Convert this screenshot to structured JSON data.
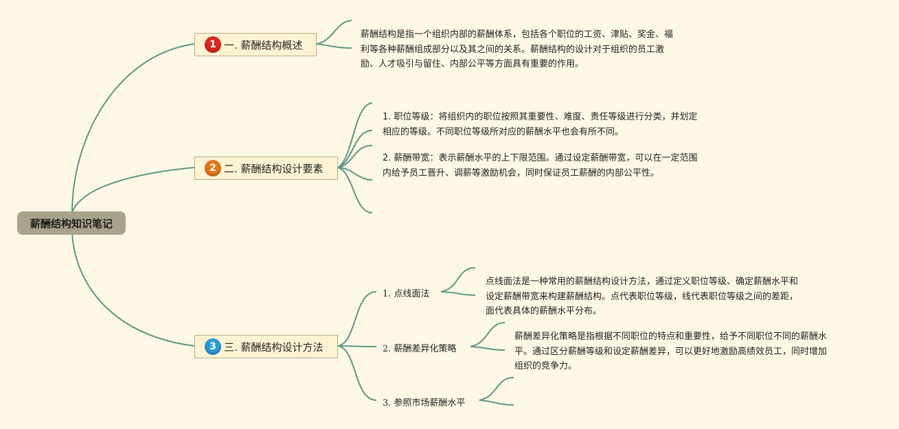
{
  "root": {
    "label": "薪酬结构知识笔记"
  },
  "branches": [
    {
      "number": "1",
      "color": "#d9251c",
      "label": "一. 薪酬结构概述",
      "note": [
        "薪酬结构是指一个组织内部的薪酬体系，包括各个职位的工资、津贴、奖金、福",
        "利等各种薪酬组成部分以及其之间的关系。薪酬结构的设计对于组织的员工激",
        "励、人才吸引与留住、内部公平等方面具有重要的作用。"
      ]
    },
    {
      "number": "2",
      "color": "#e2761b",
      "label": "二. 薪酬结构设计要素",
      "items": [
        [
          "1. 职位等级：将组织内的职位按照其重要性、难度、责任等级进行分类，并划定",
          "相应的等级。不同职位等级所对应的薪酬水平也会有所不同。"
        ],
        [
          "2. 薪酬带宽：表示薪酬水平的上下限范围。通过设定薪酬带宽，可以在一定范围",
          "内给予员工晋升、调薪等激励机会，同时保证员工薪酬的内部公平性。"
        ]
      ]
    },
    {
      "number": "3",
      "color": "#2a9ad8",
      "label": "三. 薪酬结构设计方法",
      "subs": [
        {
          "label": "1. 点线面法",
          "note": [
            "点线面法是一种常用的薪酬结构设计方法，通过定义职位等级、确定薪酬水平和",
            "设定薪酬带宽来构建薪酬结构。点代表职位等级，线代表职位等级之间的差距，",
            "面代表具体的薪酬水平分布。"
          ]
        },
        {
          "label": "2. 薪酬差异化策略",
          "note": [
            "薪酬差异化策略是指根据不同职位的特点和重要性，给予不同职位不同的薪酬水",
            "平。通过区分薪酬等级和设定薪酬差异，可以更好地激励高绩效员工，同时增加",
            "组织的竞争力。"
          ]
        },
        {
          "label": "3. 参照市场薪酬水平",
          "note": []
        }
      ]
    }
  ],
  "colors": {
    "line": "#5f9584",
    "background": "#fdf7e6"
  }
}
